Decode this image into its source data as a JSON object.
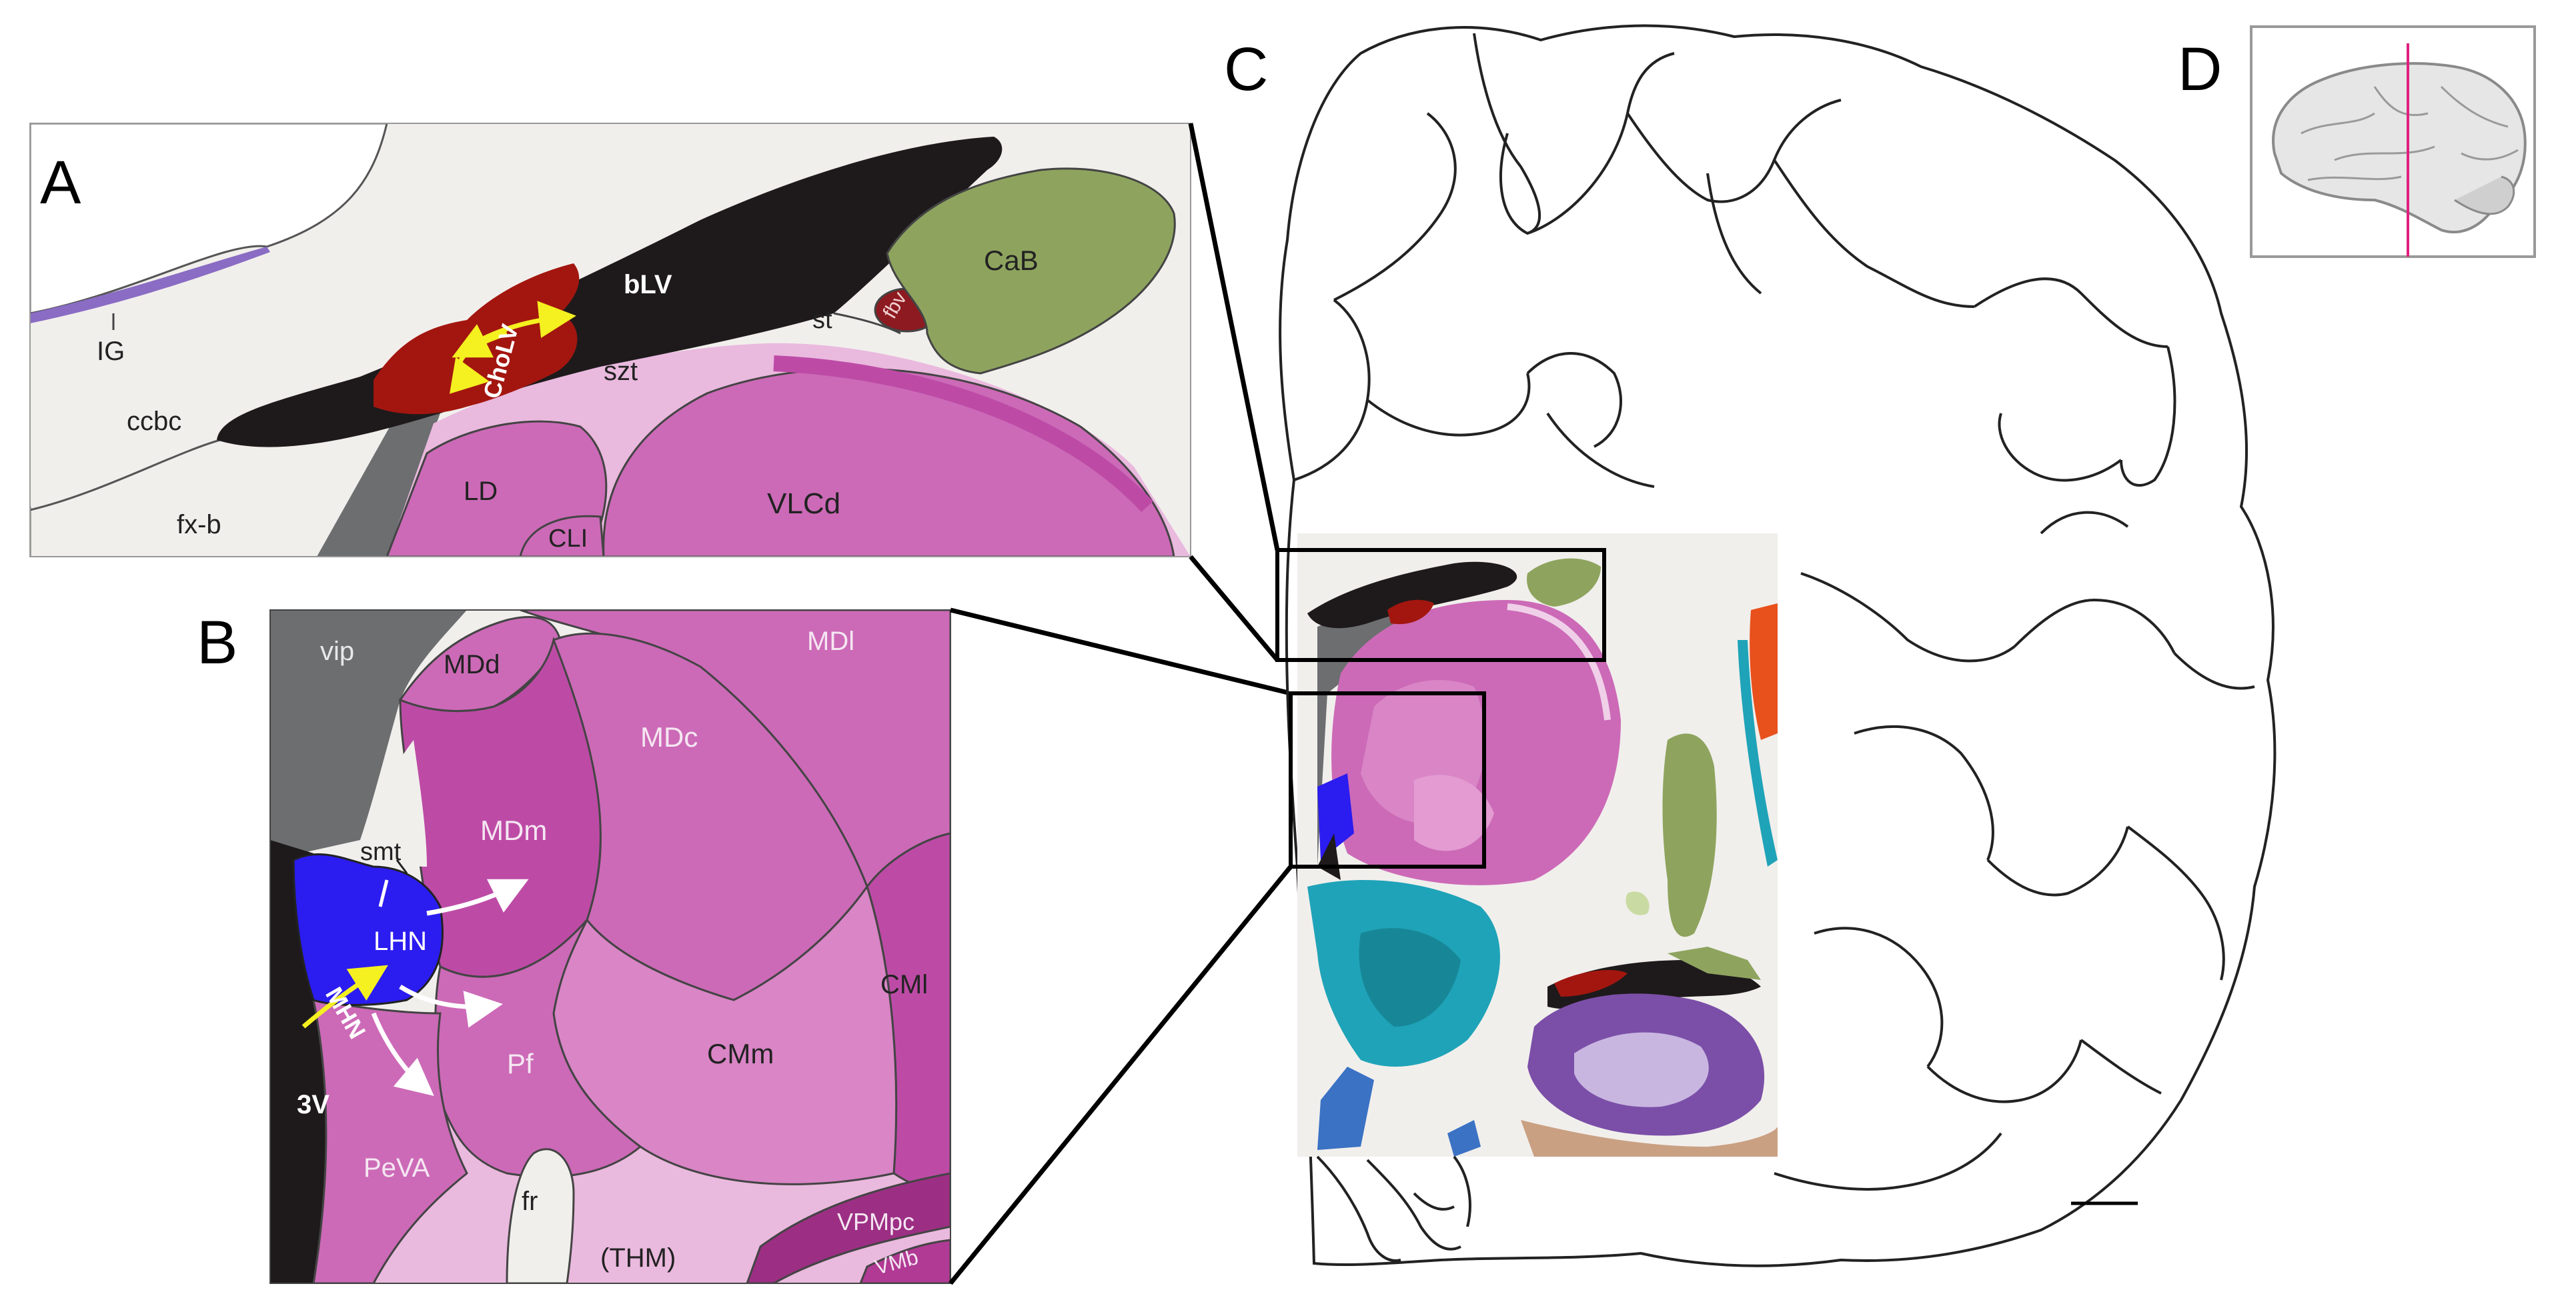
{
  "panels": {
    "a": {
      "letter": "A",
      "labels": {
        "ig": "IG",
        "ccbc": "ccbc",
        "fxb": "fx-b",
        "cholv": "ChoLV",
        "blv": "bLV",
        "szt": "szt",
        "st": "st",
        "fbv": "fbv",
        "cab": "CaB",
        "ld": "LD",
        "cli": "CLI",
        "vlcd": "VLCd"
      }
    },
    "b": {
      "letter": "B",
      "labels": {
        "vip": "vip",
        "mdd": "MDd",
        "mdl": "MDl",
        "mdc": "MDc",
        "mdm": "MDm",
        "smt": "smt",
        "lhn": "LHN",
        "mhn": "MHN",
        "cml": "CMl",
        "cmm": "CMm",
        "pf": "Pf",
        "v3": "3V",
        "peva": "PeVA",
        "fr": "fr",
        "thm": "(THM)",
        "vpmpc": "VPMpc",
        "vmb": "VMb"
      }
    },
    "c": {
      "letter": "C"
    },
    "d": {
      "letter": "D"
    }
  },
  "colors": {
    "background": "#f1efec",
    "ventricle": "#1e1a1b",
    "choroid": "#a3160f",
    "caudate": "#8ea45e",
    "thalamus_light": "#eab9de",
    "thalamus_mid": "#cc6ab7",
    "thalamus_dark": "#bd4ba6",
    "habenula": "#2b1cf0",
    "white_matter": "#6c6e70",
    "hippocampus": "#7b4fa8",
    "cyan_region": "#1fa3b8",
    "slice_line": "#e0207f",
    "arrow_white": "#ffffff",
    "arrow_yellow": "#f5f020"
  }
}
